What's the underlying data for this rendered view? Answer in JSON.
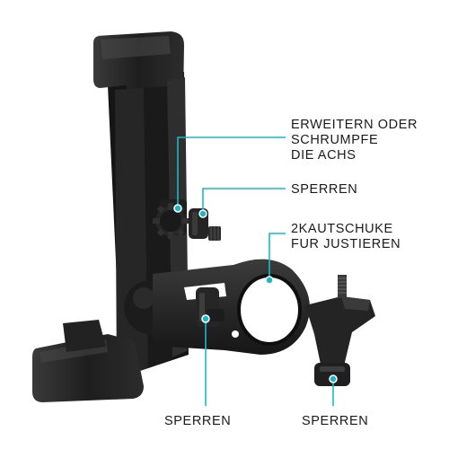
{
  "callouts": {
    "axis": {
      "lines": [
        "ERWEITERN ODER",
        "SCHRUMPFE",
        "DIE ACHS"
      ]
    },
    "lock_top": {
      "lines": [
        "SPERREN"
      ]
    },
    "rubber": {
      "lines": [
        "2KAUTSCHUKE",
        "FUR JUSTIEREN"
      ]
    },
    "lock_bottom_left": {
      "lines": [
        "SPERREN"
      ]
    },
    "lock_bottom_right": {
      "lines": [
        "SPERREN"
      ]
    }
  },
  "colors": {
    "callout_line": "#19b8c9",
    "text": "#1a1a1a",
    "product_dark": "#1b1b1b",
    "product_mid": "#2e2e2e",
    "product_highlight": "#4a4a4a"
  }
}
